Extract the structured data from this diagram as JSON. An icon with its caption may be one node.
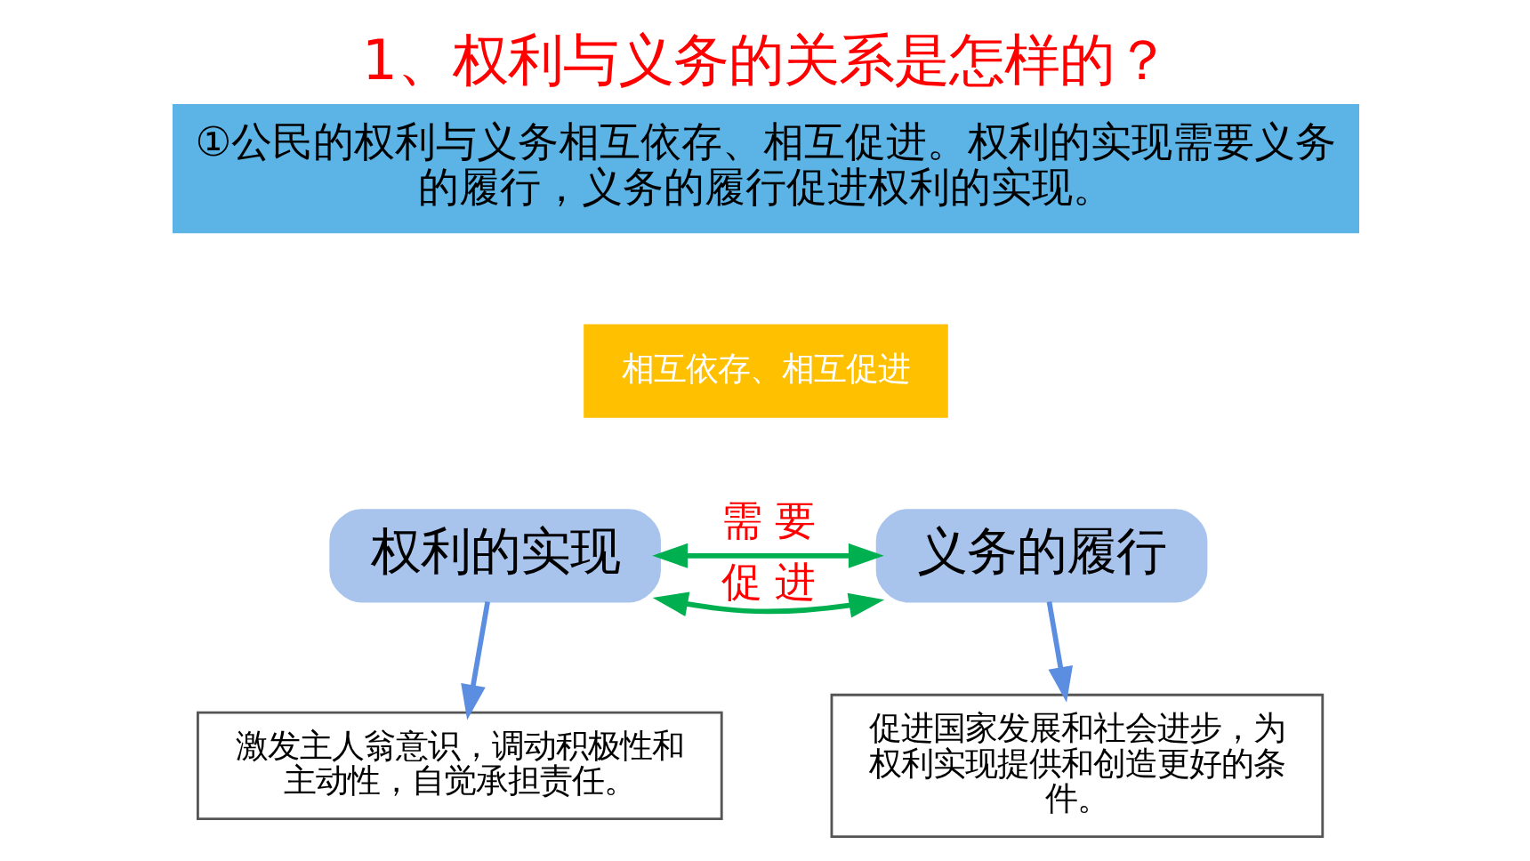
{
  "diagram": {
    "title": "1、权利与义务的关系是怎样的？",
    "nodes": [
      {
        "text": [
          "①公民的权利与义务相互依存、相互促进。权利的实现需要义务的履行，义务的履行促进权利的实现。"
        ]
      },
      {
        "text": [
          "相互依存、相互促进"
        ]
      },
      {
        "text": [
          "权利的实现"
        ]
      },
      {
        "text": [
          "义务的履行"
        ]
      },
      {
        "text": [
          "激发主人翁意识，调动积极性和主动性，自觉承担责任。"
        ]
      },
      {
        "text": [
          "促进国家发展和社会进步，为权利实现提供和创造更好的条件。"
        ]
      }
    ],
    "edges": [
      {
        "from": 2,
        "to": 3,
        "arrow": "both",
        "label": "需 要",
        "color": "#00b050"
      },
      {
        "from": 2,
        "to": 3,
        "arrow": "both",
        "label": "促 进",
        "color": "#00b050"
      },
      {
        "from": 2,
        "to": 4,
        "arrow": "to",
        "color": "#5b8ee0"
      },
      {
        "from": 3,
        "to": 5,
        "arrow": "to",
        "color": "#5b8ee0"
      }
    ]
  }
}
